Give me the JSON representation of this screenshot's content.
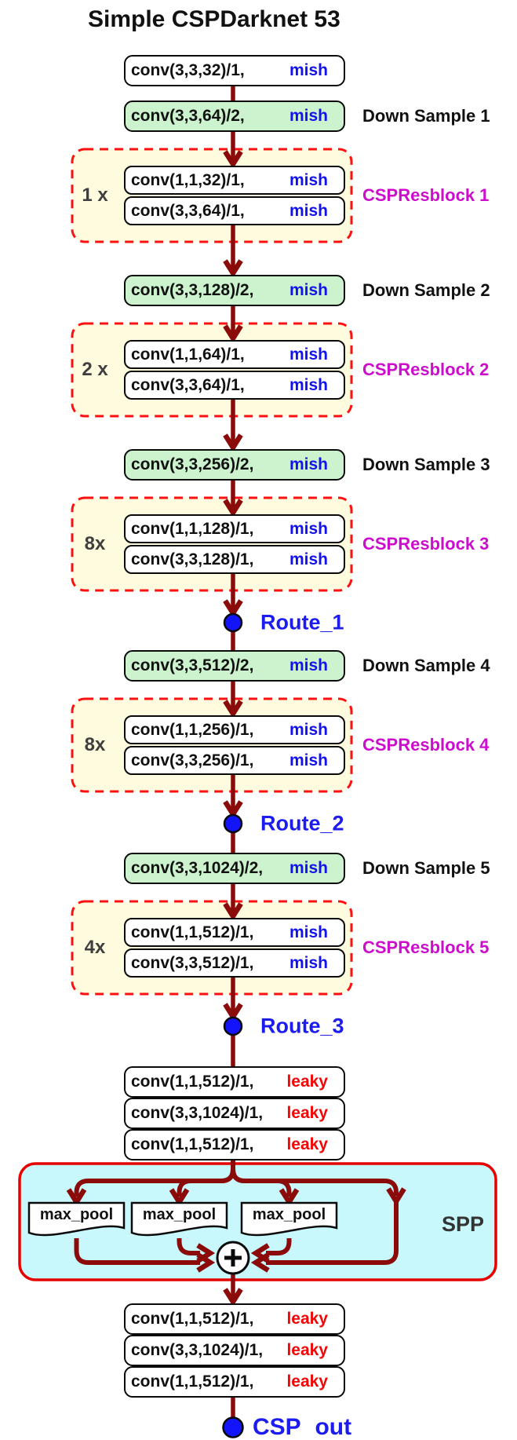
{
  "title": "Simple CSPDarknet 53",
  "stem": {
    "conv": "conv(3,3,32)/1,",
    "act": "mish"
  },
  "downsamples": [
    {
      "conv": "conv(3,3,64)/2,",
      "act": "mish",
      "label": "Down Sample 1"
    },
    {
      "conv": "conv(3,3,128)/2,",
      "act": "mish",
      "label": "Down Sample 2"
    },
    {
      "conv": "conv(3,3,256)/2,",
      "act": "mish",
      "label": "Down Sample 3"
    },
    {
      "conv": "conv(3,3,512)/2,",
      "act": "mish",
      "label": "Down Sample 4"
    },
    {
      "conv": "conv(3,3,1024)/2,",
      "act": "mish",
      "label": "Down Sample 5"
    }
  ],
  "resblocks": [
    {
      "mult": "1 x",
      "label": "CSPResblock  1",
      "convs": [
        {
          "conv": "conv(1,1,32)/1,",
          "act": "mish"
        },
        {
          "conv": "conv(3,3,64)/1,",
          "act": "mish"
        }
      ]
    },
    {
      "mult": "2 x",
      "label": "CSPResblock 2",
      "convs": [
        {
          "conv": "conv(1,1,64)/1,",
          "act": "mish"
        },
        {
          "conv": "conv(3,3,64)/1,",
          "act": "mish"
        }
      ]
    },
    {
      "mult": "8x",
      "label": "CSPResblock 3",
      "convs": [
        {
          "conv": "conv(1,1,128)/1,",
          "act": "mish"
        },
        {
          "conv": "conv(3,3,128)/1,",
          "act": "mish"
        }
      ]
    },
    {
      "mult": "8x",
      "label": "CSPResblock 4",
      "convs": [
        {
          "conv": "conv(1,1,256)/1,",
          "act": "mish"
        },
        {
          "conv": "conv(3,3,256)/1,",
          "act": "mish"
        }
      ]
    },
    {
      "mult": "4x",
      "label": "CSPResblock 5",
      "convs": [
        {
          "conv": "conv(1,1,512)/1,",
          "act": "mish"
        },
        {
          "conv": "conv(3,3,512)/1,",
          "act": "mish"
        }
      ]
    }
  ],
  "routes": [
    "Route_1",
    "Route_2",
    "Route_3"
  ],
  "pre_spp_convs": [
    {
      "conv": "conv(1,1,512)/1,",
      "act": "leaky"
    },
    {
      "conv": "conv(3,3,1024)/1,",
      "act": "leaky"
    },
    {
      "conv": "conv(1,1,512)/1,",
      "act": "leaky"
    }
  ],
  "spp": {
    "label": "SPP",
    "pools": [
      "max_pool",
      "max_pool",
      "max_pool"
    ],
    "merge": "+"
  },
  "post_spp_convs": [
    {
      "conv": "conv(1,1,512)/1,",
      "act": "leaky"
    },
    {
      "conv": "conv(3,3,1024)/1,",
      "act": "leaky"
    },
    {
      "conv": "conv(1,1,512)/1,",
      "act": "leaky"
    }
  ],
  "output": {
    "label": "CSP out"
  },
  "colors": {
    "arrow": "#8b0b0b",
    "dashed_border": "#ff1010",
    "resblock_bg": "#fffbde",
    "downsample_bg": "#ccf3cd",
    "spp_bg": "#c8f8fc",
    "spp_border": "#e60000",
    "mish_text": "#1212f0",
    "leaky_text": "#f50505",
    "route_fill": "#1414fa",
    "route_text": "#1c1cf0",
    "resblock_label": "#cc0ecc",
    "mult_text": "#3f3f3f",
    "spp_text": "#333333",
    "block_border": "#0a0a0a"
  }
}
